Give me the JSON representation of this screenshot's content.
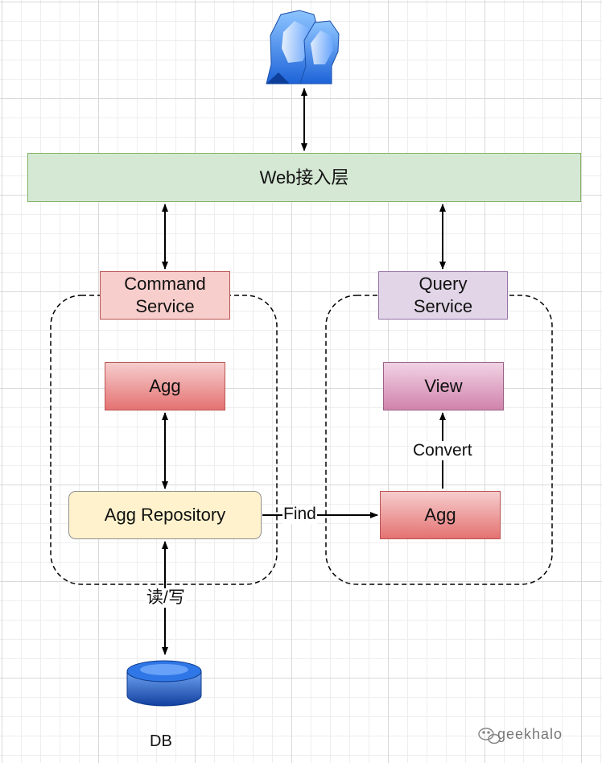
{
  "web_layer": "Web接入层",
  "command_service": {
    "line1": "Command",
    "line2": "Service"
  },
  "query_service": {
    "line1": "Query",
    "line2": "Service"
  },
  "command_agg": "Agg",
  "agg_repository": "Agg Repository",
  "view": "View",
  "query_agg": "Agg",
  "edges": {
    "find": "Find",
    "convert": "Convert",
    "read_write": "读/写"
  },
  "database": "DB",
  "watermark": "geekhalo",
  "icons": {
    "user": "users-icon",
    "database": "database-icon",
    "wechat": "wechat-icon"
  },
  "colors": {
    "web_fill": "#d5e8d4",
    "web_stroke": "#82b366",
    "command_fill": "#f8cecc",
    "command_stroke": "#b85450",
    "query_fill": "#e1d5e7",
    "query_stroke": "#9673a6",
    "repo_fill": "#fff2cc",
    "db_blue": "#1e5fd0"
  }
}
